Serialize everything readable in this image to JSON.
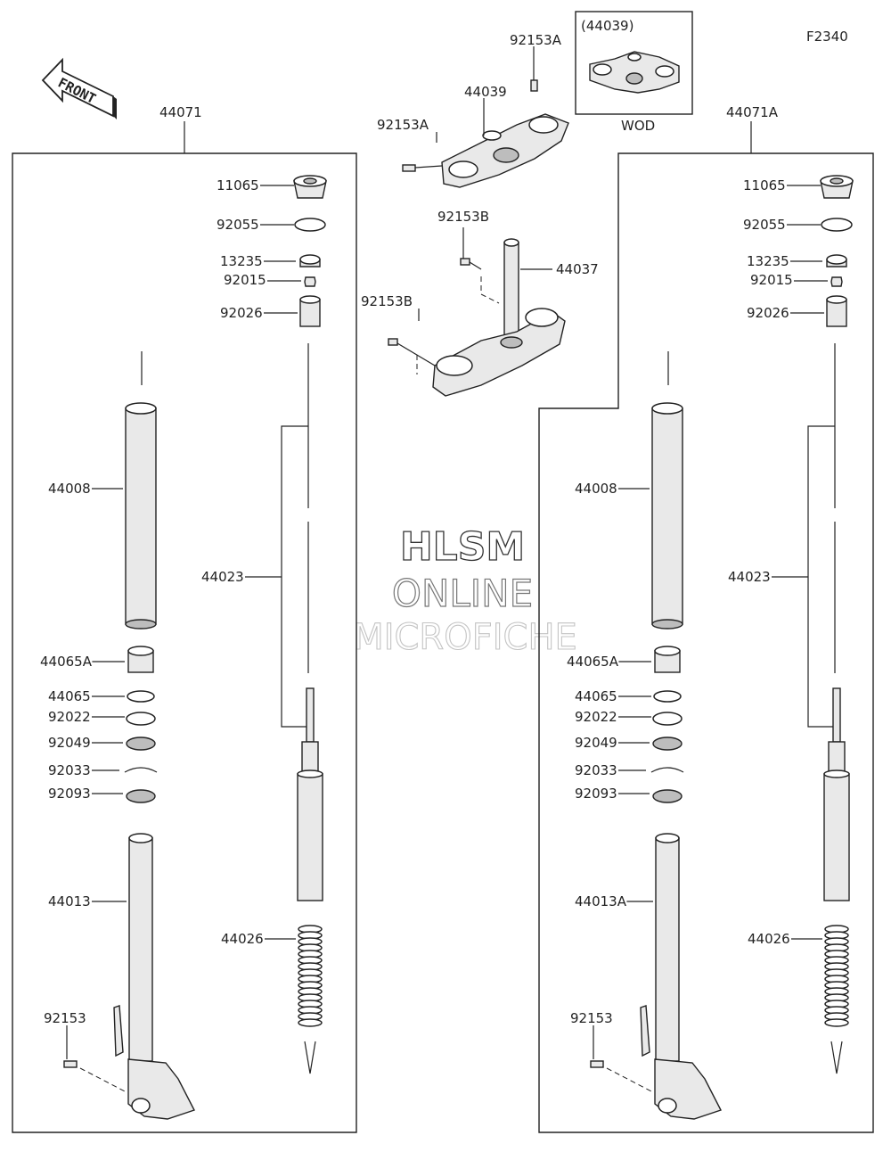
{
  "figure_code": "F2340",
  "front_label": "FRONT",
  "watermark": {
    "line1": "HLSM",
    "line2": "ONLINE",
    "line3": "MICROFICHE"
  },
  "inset": {
    "part": "(44039)",
    "note": "WOD"
  },
  "center_labels": {
    "p92153A_top": "92153A",
    "p44039": "44039",
    "p92153A_left": "92153A",
    "p92153B_top": "92153B",
    "p44037": "44037",
    "p92153B_left": "92153B"
  },
  "left_assembly": {
    "assembly": "44071",
    "labels": [
      "11065",
      "92055",
      "13235",
      "92015",
      "92026",
      "44008",
      "44023",
      "44065A",
      "44065",
      "92022",
      "92049",
      "92033",
      "92093",
      "44013",
      "44026",
      "92153"
    ]
  },
  "right_assembly": {
    "assembly": "44071A",
    "labels": [
      "11065",
      "92055",
      "13235",
      "92015",
      "92026",
      "44008",
      "44023",
      "44065A",
      "44065",
      "92022",
      "92049",
      "92033",
      "92093",
      "44013A",
      "44026",
      "92153"
    ]
  }
}
